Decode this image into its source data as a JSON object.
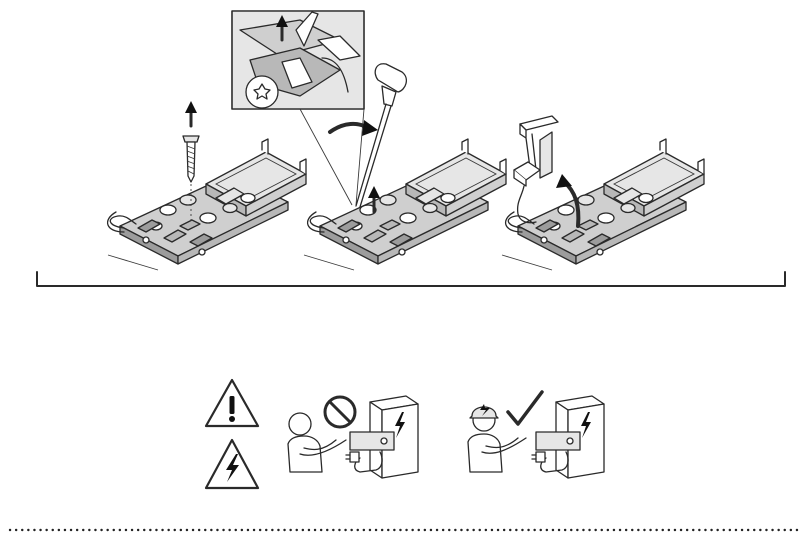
{
  "figure": {
    "panels": [
      {
        "step": "remove-screw",
        "icons": [
          "up-arrow-icon",
          "screw-icon"
        ]
      },
      {
        "step": "pry-clip-with-screwdriver",
        "icons": [
          "magnified-detail-icon",
          "screwdriver-icon",
          "curved-arrow-icon",
          "up-arrow-icon"
        ]
      },
      {
        "step": "lift-out-clip",
        "icons": [
          "clip-bracket-icon",
          "curved-arrow-icon"
        ]
      }
    ],
    "safety": {
      "warning_icons": [
        "warning-exclamation-icon",
        "warning-electric-icon"
      ],
      "prohibited": "untrained-person-prohibited",
      "allowed": "qualified-electrician-allowed"
    },
    "colors": {
      "line": "#2a2a2a",
      "fill_light": "#e6e6e6",
      "fill_mid": "#cfcfcf",
      "fill_dark": "#9c9c9c"
    }
  }
}
